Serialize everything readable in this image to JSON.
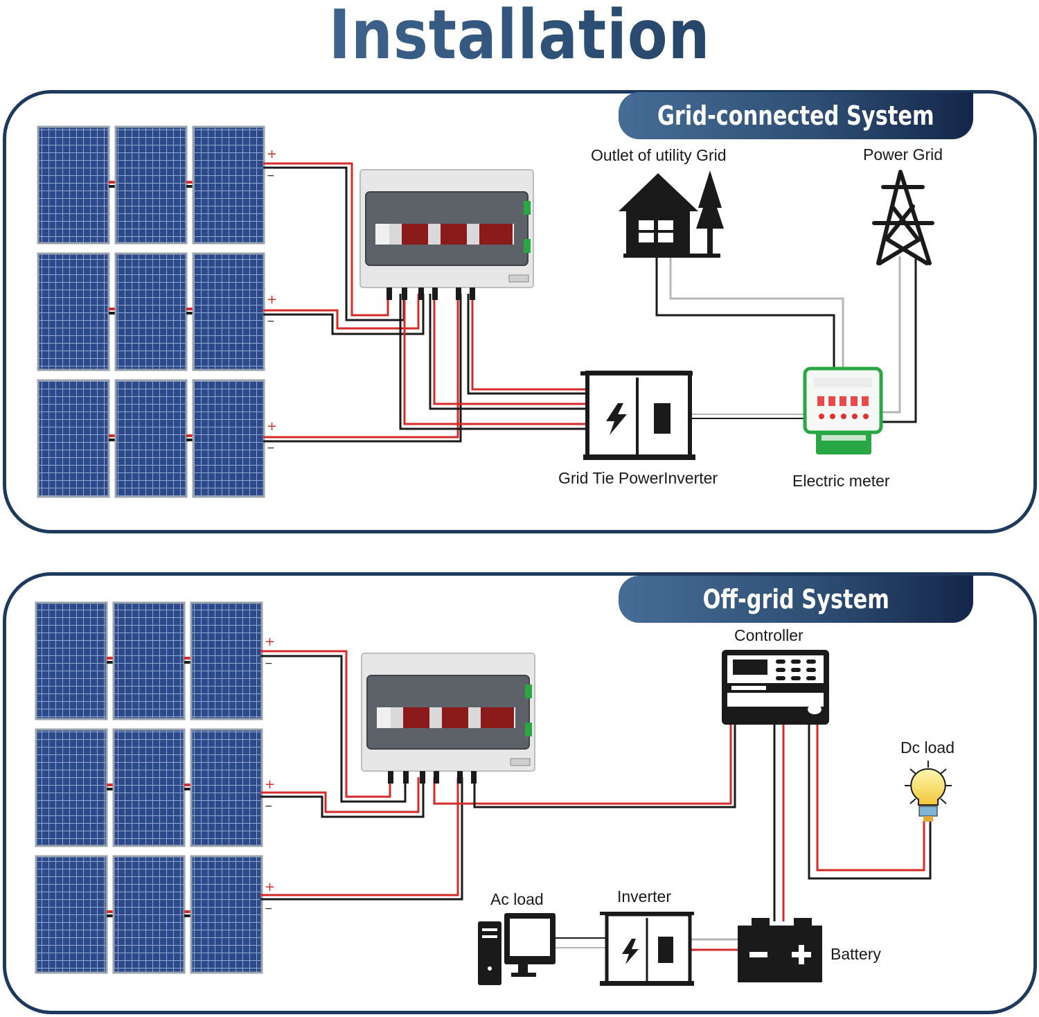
{
  "title": "Installation",
  "grid_system": {
    "heading": "Grid-connected System",
    "labels": {
      "outlet": "Outlet of utility Grid",
      "power_grid": "Power Grid",
      "inverter": "Grid Tie PowerInverter",
      "meter": "Electric meter"
    }
  },
  "offgrid_system": {
    "heading": "Off-grid System",
    "labels": {
      "controller": "Controller",
      "dc_load": "Dc load",
      "ac_load": "Ac load",
      "inverter": "Inverter",
      "battery": "Battery"
    }
  },
  "polarity": {
    "plus": "+",
    "minus": "−"
  },
  "colors": {
    "title": "#2b4d72",
    "frame": "#1d3a5e",
    "panel_cell": "#2c4a8a",
    "wire_red": "#d42a2a",
    "wire_black": "#1a1a1a",
    "wire_gray": "#b5b5b5"
  }
}
